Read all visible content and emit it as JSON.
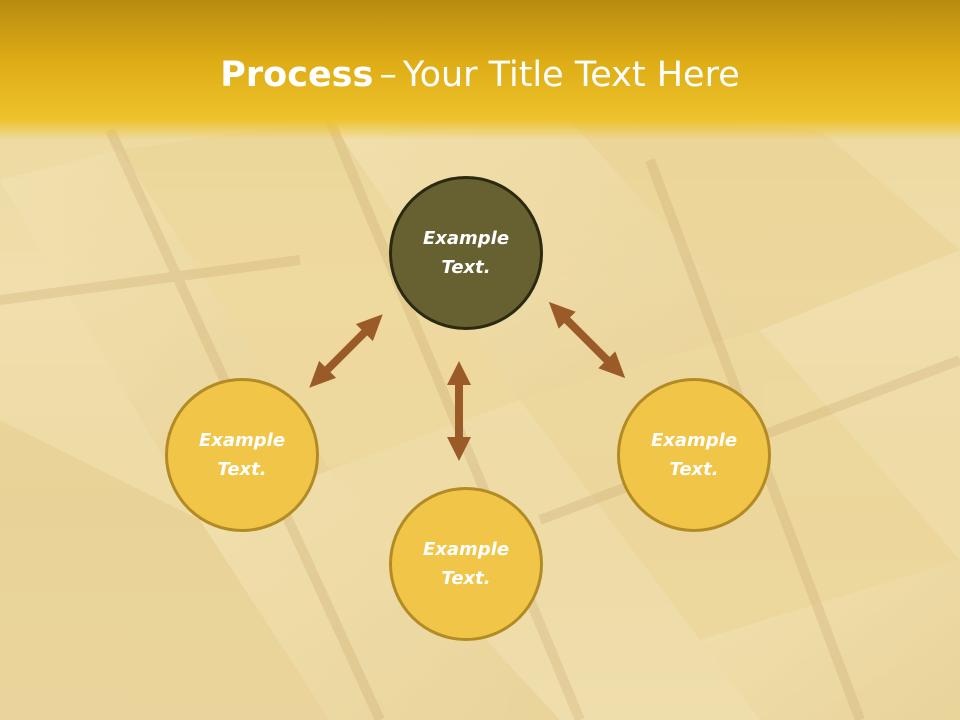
{
  "title": {
    "bold": "Process",
    "separator": "–",
    "rest": "Your Title Text Here"
  },
  "nodes": {
    "top": {
      "line1": "Example",
      "line2": "Text."
    },
    "left": {
      "line1": "Example",
      "line2": "Text."
    },
    "right": {
      "line1": "Example",
      "line2": "Text."
    },
    "bottom": {
      "line1": "Example",
      "line2": "Text."
    }
  },
  "colors": {
    "title_bar": "#e0ae18",
    "center_node": "#676030",
    "outer_node": "#f1c648",
    "arrow": "#9b5b28"
  }
}
